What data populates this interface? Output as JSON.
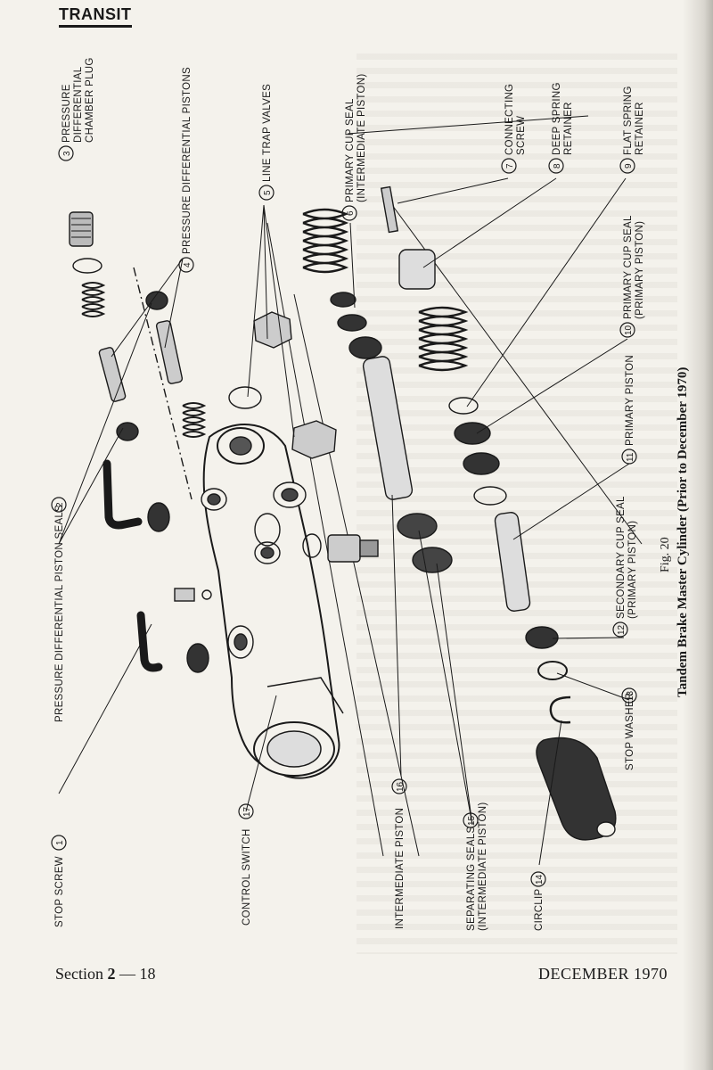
{
  "header": {
    "title": "TRANSIT"
  },
  "footer": {
    "section_label": "Section",
    "section_number": "2",
    "page": "— 18",
    "date": "DECEMBER 1970"
  },
  "figure": {
    "number": "Fig. 20",
    "title": "Tandem Brake Master Cylinder (Prior to December 1970)"
  },
  "callouts": [
    {
      "num": "1",
      "line1": "STOP SCREW",
      "line2": ""
    },
    {
      "num": "2",
      "line1": "PRESSURE DIFFERENTIAL PISTON SEALS",
      "line2": ""
    },
    {
      "num": "3",
      "line1": "PRESSURE",
      "line2": "DIFFERENTIAL",
      "line3": "CHAMBER PLUG"
    },
    {
      "num": "4",
      "line1": "PRESSURE DIFFERENTIAL PISTONS",
      "line2": ""
    },
    {
      "num": "5",
      "line1": "LINE TRAP VALVES",
      "line2": ""
    },
    {
      "num": "6",
      "line1": "PRIMARY CUP SEAL",
      "line2": "(INTERMEDIATE PISTON)"
    },
    {
      "num": "7",
      "line1": "CONNECTING",
      "line2": "SCREW"
    },
    {
      "num": "8",
      "line1": "DEEP SPRING",
      "line2": "RETAINER"
    },
    {
      "num": "9",
      "line1": "FLAT SPRING",
      "line2": "RETAINER"
    },
    {
      "num": "10",
      "line1": "PRIMARY CUP SEAL",
      "line2": "(PRIMARY PISTON)"
    },
    {
      "num": "11",
      "line1": "PRIMARY PISTON",
      "line2": ""
    },
    {
      "num": "12",
      "line1": "SECONDARY CUP SEAL",
      "line2": "(PRIMARY PISTON)"
    },
    {
      "num": "13",
      "line1": "STOP WASHER",
      "line2": ""
    },
    {
      "num": "14",
      "line1": "CIRCLIP",
      "line2": ""
    },
    {
      "num": "15",
      "line1": "SEPARATING SEALS",
      "line2": "(INTERMEDIATE PISTON)"
    },
    {
      "num": "16",
      "line1": "INTERMEDIATE PISTON",
      "line2": ""
    },
    {
      "num": "17",
      "line1": "CONTROL SWITCH",
      "line2": ""
    }
  ]
}
